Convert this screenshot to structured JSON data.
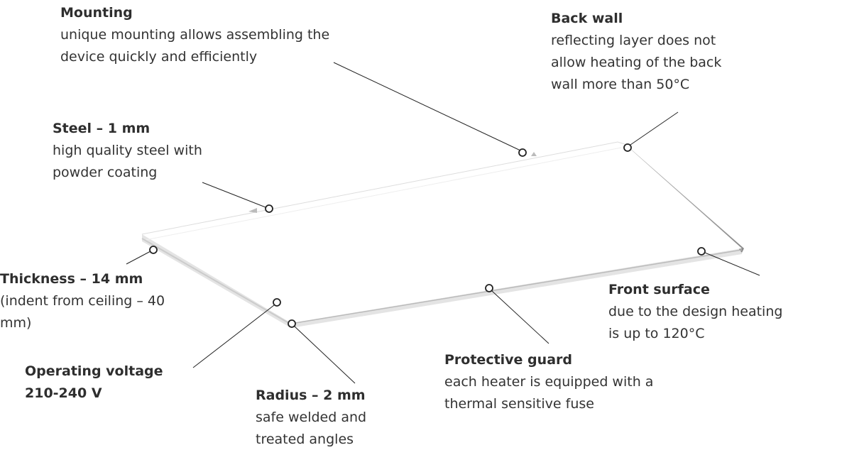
{
  "callouts": {
    "mounting": {
      "title": "Mounting",
      "lines": [
        "unique mounting allows assembling the",
        "device quickly and efficiently"
      ]
    },
    "back_wall": {
      "title": "Back wall",
      "lines": [
        "reflecting layer does not",
        "allow heating of the back",
        "wall more than 50°C"
      ]
    },
    "steel": {
      "title": "Steel  – 1 mm",
      "lines": [
        "high quality steel with",
        "powder coating"
      ]
    },
    "thickness": {
      "title": "Thickness – 14 mm",
      "lines": [
        "(indent from ceiling – 40",
        "mm)"
      ]
    },
    "voltage": {
      "title": "Operating voltage",
      "lines": [
        "210-240 V"
      ]
    },
    "radius": {
      "title": "Radius – 2 mm",
      "lines": [
        "safe welded and",
        "treated angles"
      ]
    },
    "guard": {
      "title": "Protective guard",
      "lines": [
        "each heater is equipped with a",
        "thermal sensitive fuse"
      ]
    },
    "front": {
      "title": "Front surface",
      "lines": [
        "due to the design heating",
        "is up to 120°C"
      ]
    }
  }
}
